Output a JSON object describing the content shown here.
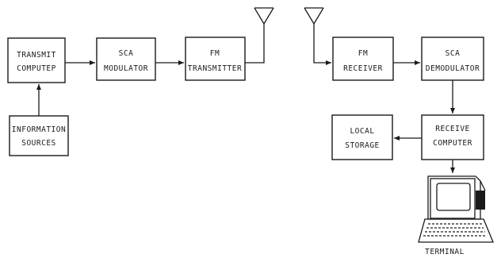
{
  "blocks": {
    "transmit_computer": [
      "TRANSMIT",
      "COMPUTEP"
    ],
    "sca_modulator": [
      "SCA",
      "MODULATOR"
    ],
    "fm_transmitter": [
      "FM",
      "TRANSMITTER"
    ],
    "information_sources": [
      "INFORMATION",
      "SOURCES"
    ],
    "fm_receiver": [
      "FM",
      "RECEIVER"
    ],
    "sca_demodulator": [
      "SCA",
      "DEMODULATOR"
    ],
    "local_storage": [
      "LOCAL",
      "STORAGE"
    ],
    "receive_computer": [
      "RECEIVE",
      "COMPUTER"
    ]
  },
  "terminal_label": "TERMINAL"
}
